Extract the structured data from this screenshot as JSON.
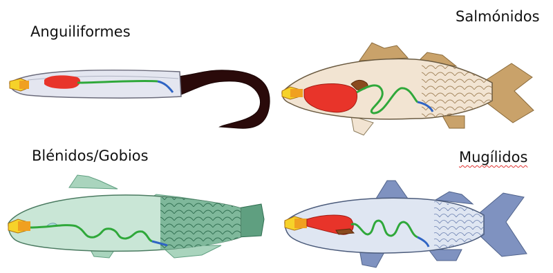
{
  "labels": {
    "anguiliformes": "Anguiliformes",
    "salmonidos": "Salmónidos",
    "blenidos_gobios": "Blénidos/Gobios",
    "mugilidos": "Mugílidos"
  },
  "colors": {
    "mouth_orange": "#f0a020",
    "mouth_yellow": "#f6d22a",
    "stomach_red": "#e8342a",
    "intestine_green": "#2fa83a",
    "rectum_blue": "#2f64c4",
    "caeca_brown": "#8a4a1e",
    "eel_body": "#e4e6f0",
    "eel_tail": "#2a0a0a",
    "salmon_body": "#f2e4d2",
    "salmon_fin": "#c9a26a",
    "goby_body": "#c9e6d6",
    "goby_fin": "#5f9f80",
    "mullet_body": "#dfe6f2",
    "mullet_fin": "#7f92c0"
  }
}
